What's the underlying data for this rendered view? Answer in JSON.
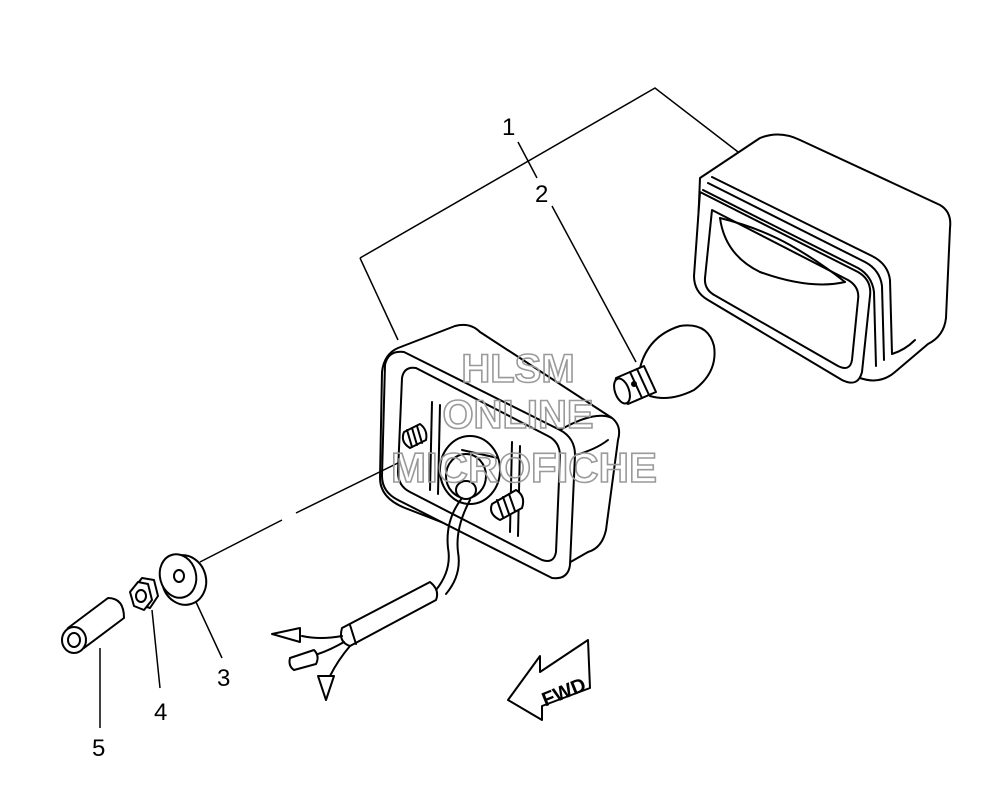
{
  "callouts": [
    {
      "id": "1",
      "label": "1"
    },
    {
      "id": "2",
      "label": "2"
    },
    {
      "id": "3",
      "label": "3"
    },
    {
      "id": "4",
      "label": "4"
    },
    {
      "id": "5",
      "label": "5"
    }
  ],
  "direction_label": "FWD",
  "watermark": {
    "line1": "HLSM",
    "line2": "ONLINE",
    "line3": "MICROFICHE"
  }
}
